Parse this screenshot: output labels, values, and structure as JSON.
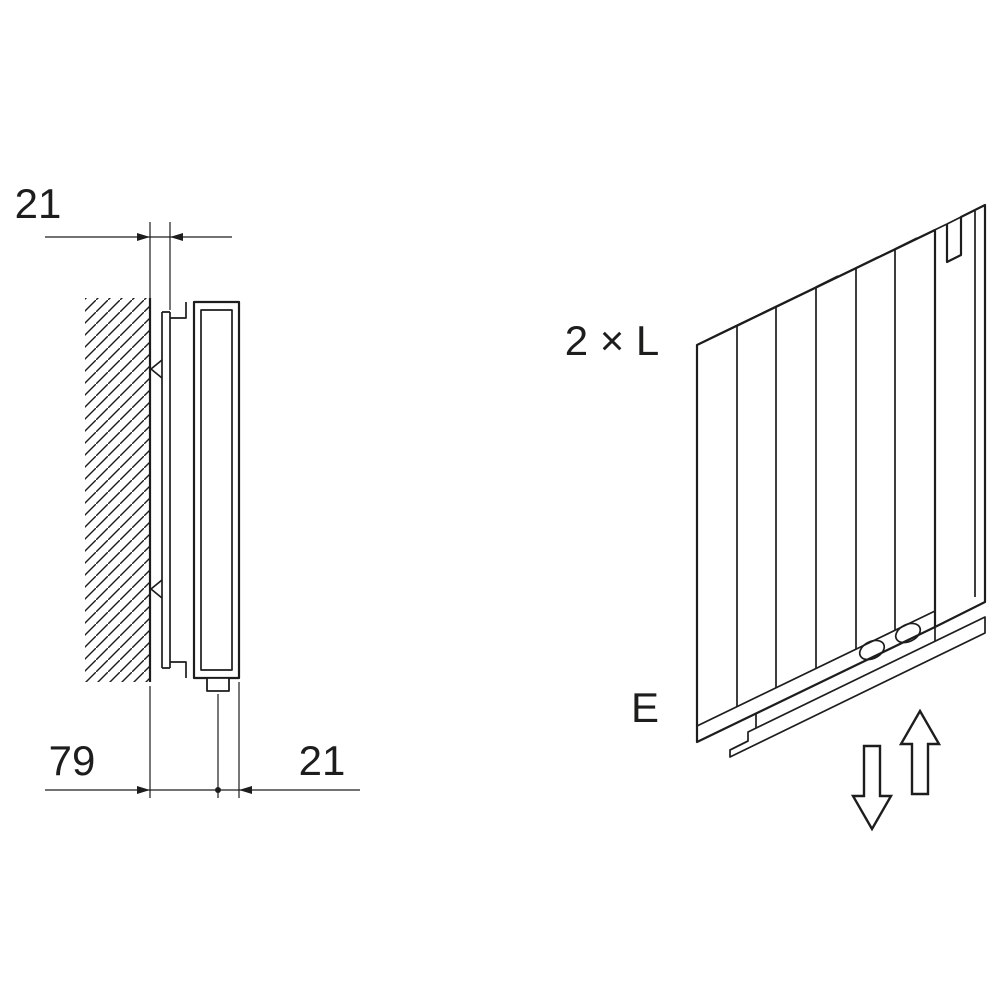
{
  "colors": {
    "line": "#1d1d1b",
    "background": "#ffffff"
  },
  "section_view": {
    "dim_top_gap": "21",
    "dim_wall_to_connection": "79",
    "dim_connection_to_front": "21"
  },
  "perspective_view": {
    "length_label": "2 × L",
    "connection_label": "E"
  },
  "icons": {
    "down_arrow": "flow-down-arrow",
    "up_arrow": "flow-up-arrow"
  }
}
